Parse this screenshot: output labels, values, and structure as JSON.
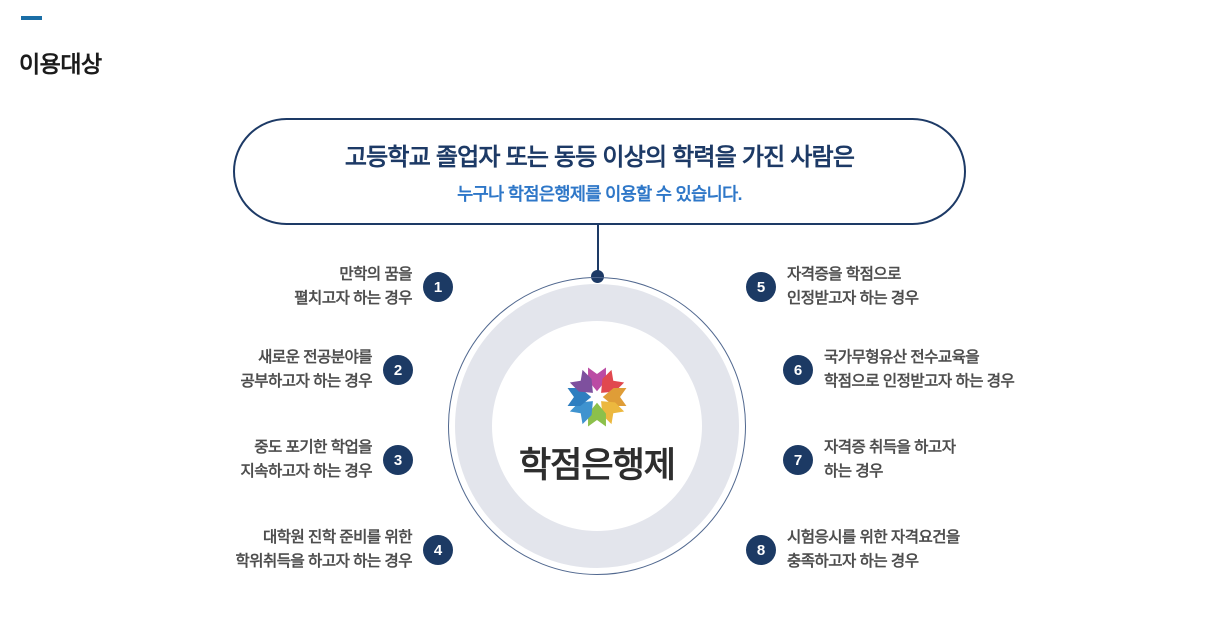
{
  "header": {
    "title": "이용대상"
  },
  "banner": {
    "title": "고등학교 졸업자 또는 동등 이상의 학력을 가진 사람은",
    "subtitle": "누구나 학점은행제를 이용할 수 있습니다."
  },
  "center": {
    "label": "학점은행제",
    "logo": "flower-rosette-icon"
  },
  "items": [
    {
      "number": "1",
      "line1": "만학의 꿈을",
      "line2": "펼치고자 하는 경우"
    },
    {
      "number": "2",
      "line1": "새로운 전공분야를",
      "line2": "공부하고자 하는 경우"
    },
    {
      "number": "3",
      "line1": "중도 포기한 학업을",
      "line2": "지속하고자 하는 경우"
    },
    {
      "number": "4",
      "line1": "대학원 진학 준비를 위한",
      "line2": "학위취득을 하고자 하는 경우"
    },
    {
      "number": "5",
      "line1": "자격증을 학점으로",
      "line2": "인정받고자 하는 경우"
    },
    {
      "number": "6",
      "line1": "국가무형유산 전수교육을",
      "line2": "학점으로 인정받고자 하는 경우"
    },
    {
      "number": "7",
      "line1": "자격증 취득을 하고자",
      "line2": "하는 경우"
    },
    {
      "number": "8",
      "line1": "시험응시를 위한 자격요건을",
      "line2": "충족하고자 하는 경우"
    }
  ],
  "colors": {
    "navy": "#1d3a66",
    "badge_navy": "#1c3a64",
    "accent_blue": "#2e77c8",
    "dash_blue": "#1a6ea6",
    "ring_gray": "#e3e5ec",
    "item_text_gray": "#4e4e4e",
    "logo_petals": [
      "#bb4ba4",
      "#e1484f",
      "#df9d37",
      "#ecb83f",
      "#8cc04b",
      "#3f93cf",
      "#2e7ec0",
      "#7e509e"
    ]
  }
}
